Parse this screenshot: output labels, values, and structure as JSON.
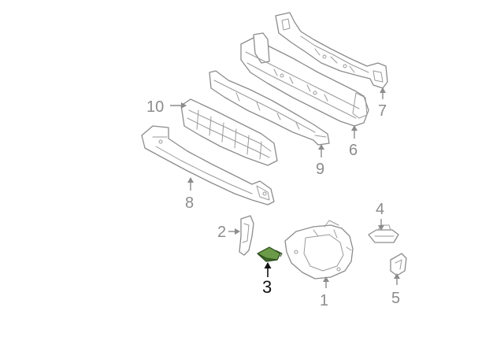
{
  "diagram": {
    "highlight_color": "#5a8a3c",
    "line_color": "#8c8c8c",
    "callouts": [
      {
        "id": "1",
        "label": "1"
      },
      {
        "id": "2",
        "label": "2"
      },
      {
        "id": "3",
        "label": "3",
        "highlighted": true
      },
      {
        "id": "4",
        "label": "4"
      },
      {
        "id": "5",
        "label": "5"
      },
      {
        "id": "6",
        "label": "6"
      },
      {
        "id": "7",
        "label": "7"
      },
      {
        "id": "8",
        "label": "8"
      },
      {
        "id": "9",
        "label": "9"
      },
      {
        "id": "10",
        "label": "10"
      }
    ]
  }
}
